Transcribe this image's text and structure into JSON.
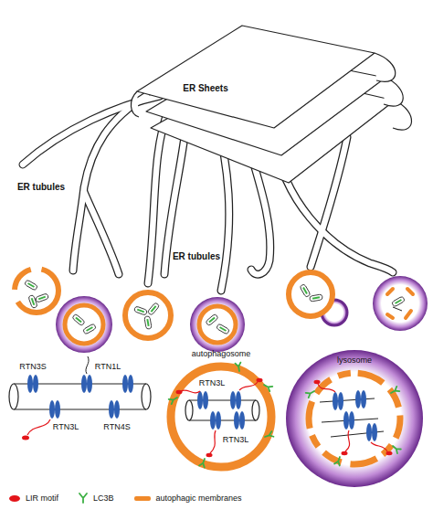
{
  "diagram": {
    "labels": [
      "ER Sheets",
      "ER tubules",
      "ER tubules",
      "RTN3S",
      "RTN1L",
      "RTN3L",
      "RTN4S",
      "autophagosome",
      "RTN3L",
      "RTN3L",
      "lysosome"
    ],
    "legend": [
      {
        "text": "LIR motif",
        "color": "#e3151a"
      },
      {
        "text": "LC3B"
      },
      {
        "text": "autophagic membranes",
        "color": "#f0892a"
      }
    ]
  }
}
